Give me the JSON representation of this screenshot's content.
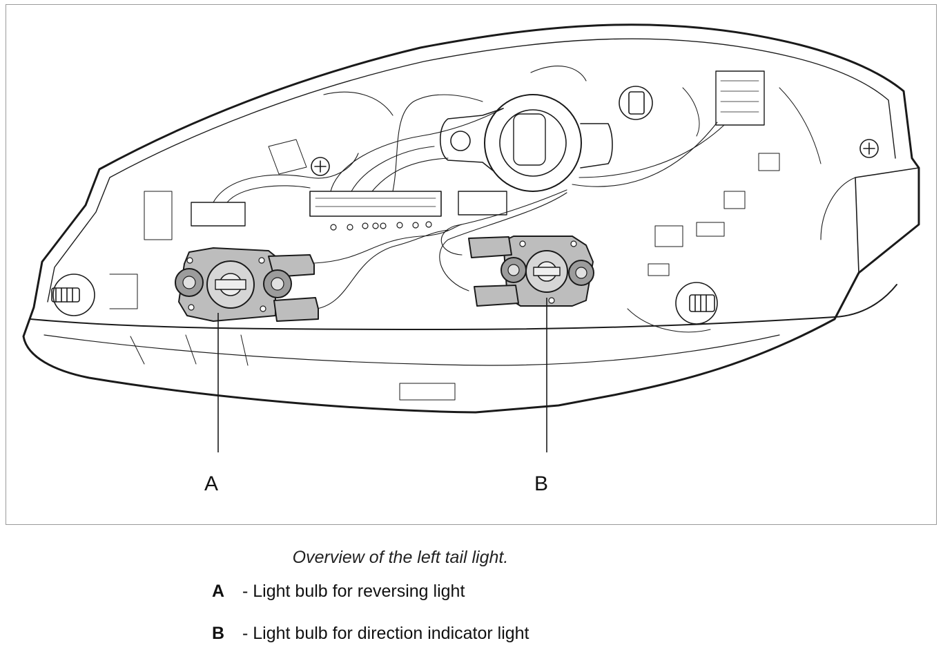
{
  "figure": {
    "callouts": [
      {
        "key": "A"
      },
      {
        "key": "B"
      }
    ]
  },
  "caption": "Overview of the left tail light.",
  "legend": [
    {
      "key": "A",
      "text": "- Light bulb for reversing light"
    },
    {
      "key": "B",
      "text": "- Light bulb for direction indicator light"
    }
  ]
}
